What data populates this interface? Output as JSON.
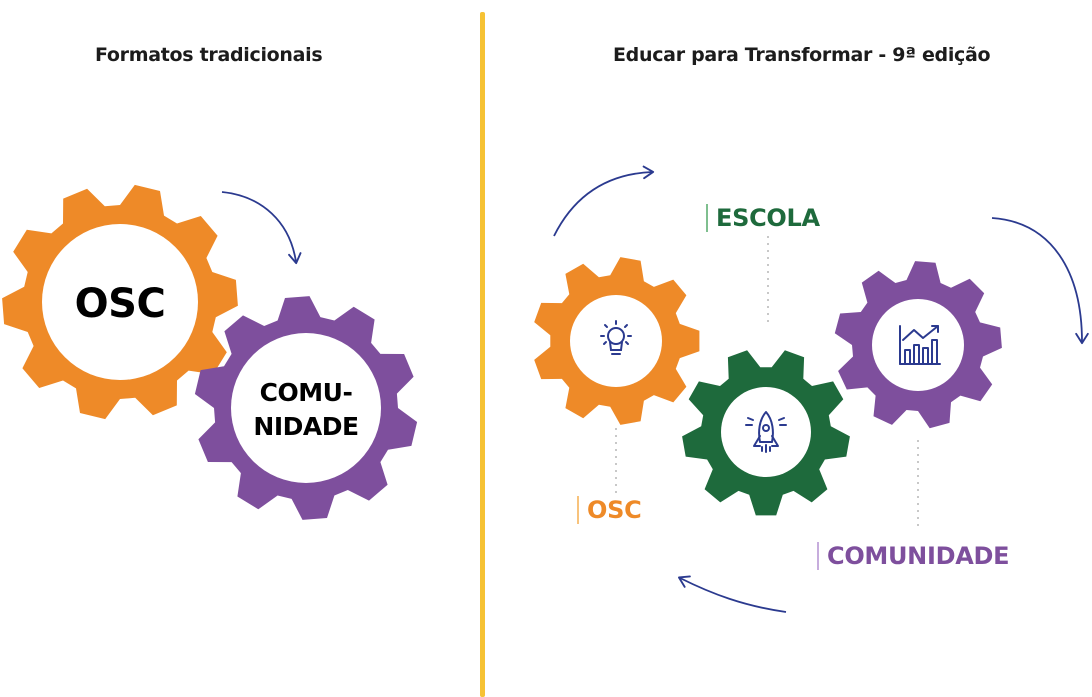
{
  "left_panel": {
    "title": "Formatos tradicionais",
    "gears": [
      {
        "name": "osc",
        "color": "#ee8a28",
        "lines": [
          "OSC"
        ]
      },
      {
        "name": "comunidade",
        "color": "#7e4f9d",
        "lines": [
          "COMU-",
          "NIDADE"
        ]
      }
    ]
  },
  "right_panel": {
    "title": "Educar para Transformar - 9ª edição",
    "gears": [
      {
        "name": "osc",
        "color": "#ee8a28",
        "icon": "lightbulb-icon"
      },
      {
        "name": "escola",
        "color": "#1e6a3c",
        "icon": "rocket-icon"
      },
      {
        "name": "comunidade",
        "color": "#7e4f9d",
        "icon": "growth-chart-icon"
      }
    ],
    "labels": {
      "escola": "ESCOLA",
      "osc": "OSC",
      "comunidade": "COMUNIDADE"
    }
  },
  "colors": {
    "divider": "#f6c234",
    "arrow": "#2b3a8f",
    "orange": "#ee8a28",
    "purple": "#7e4f9d",
    "green": "#1e6a3c"
  }
}
